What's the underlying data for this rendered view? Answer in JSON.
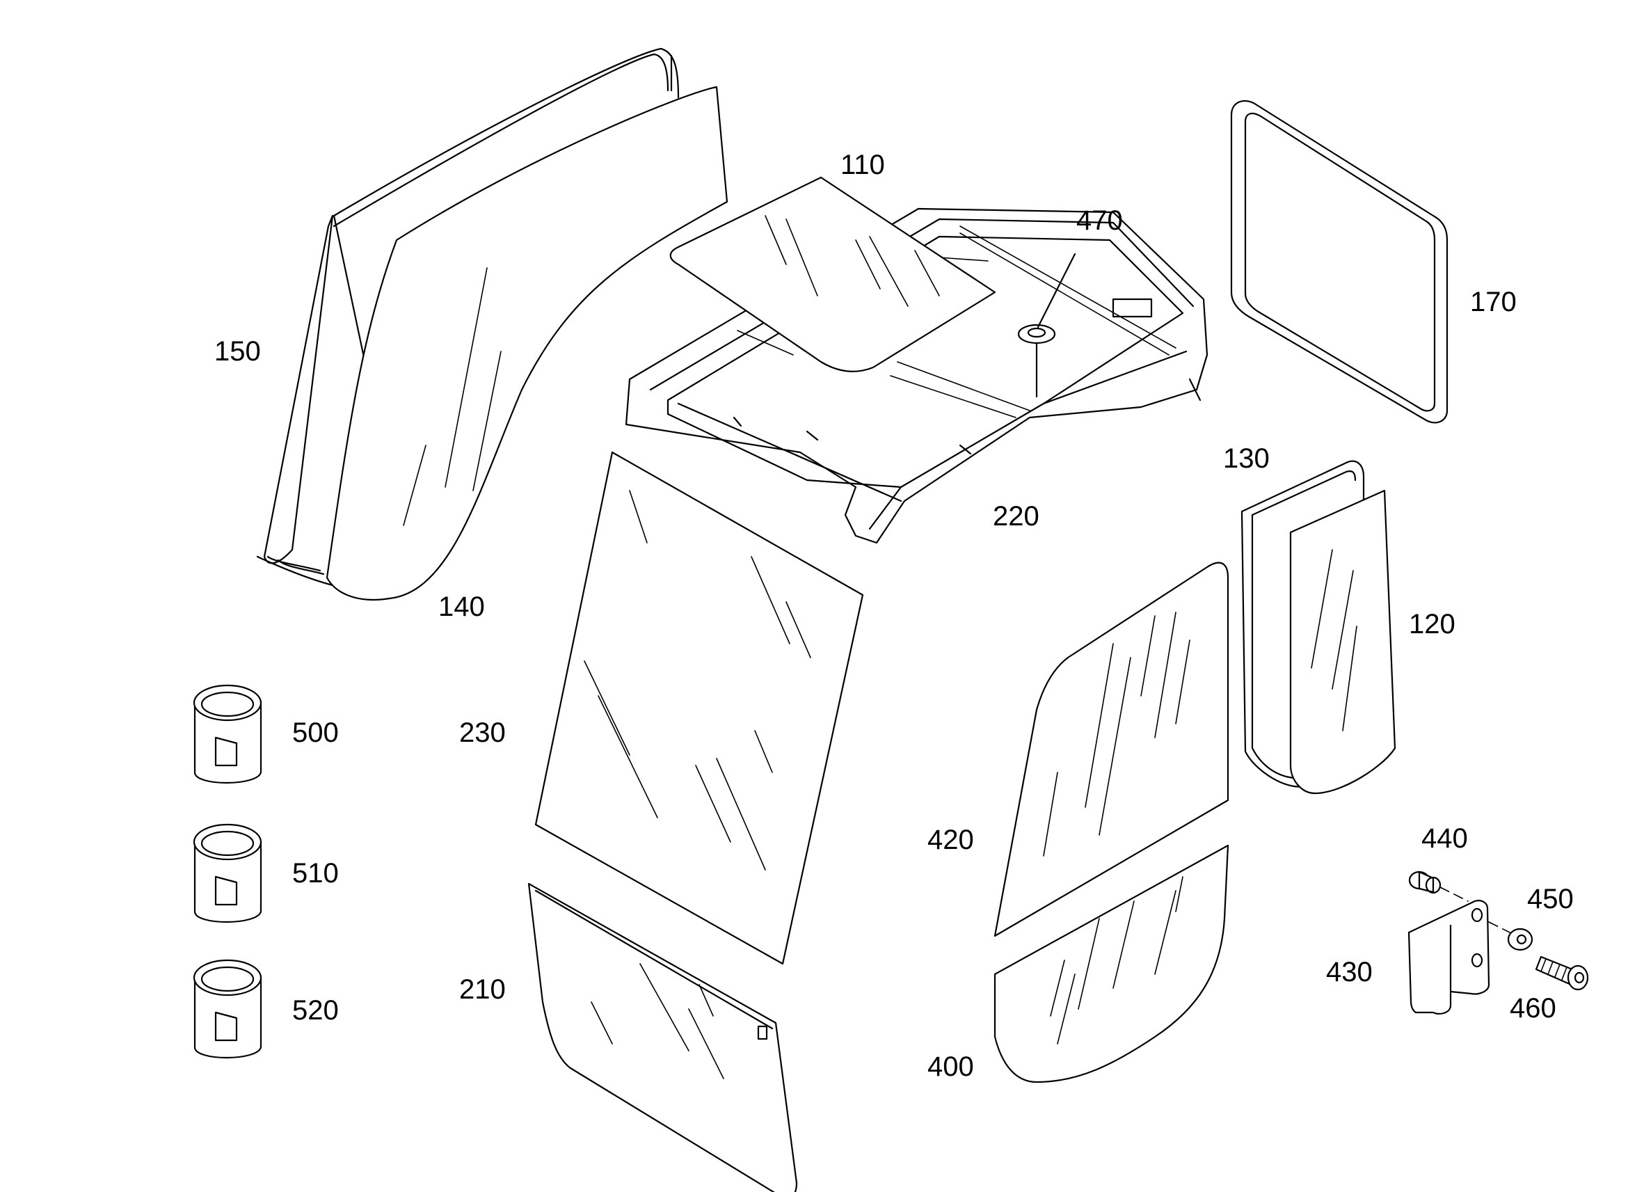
{
  "diagram": {
    "callouts": {
      "c110": "110",
      "c120": "120",
      "c130": "130",
      "c140": "140",
      "c150": "150",
      "c170": "170",
      "c210": "210",
      "c220": "220",
      "c230": "230",
      "c400": "400",
      "c420": "420",
      "c430": "430",
      "c440": "440",
      "c450": "450",
      "c460": "460",
      "c470": "470",
      "c500": "500",
      "c510": "510",
      "c520": "520"
    }
  },
  "colors": {
    "line": "#000000",
    "background": "#ffffff"
  }
}
